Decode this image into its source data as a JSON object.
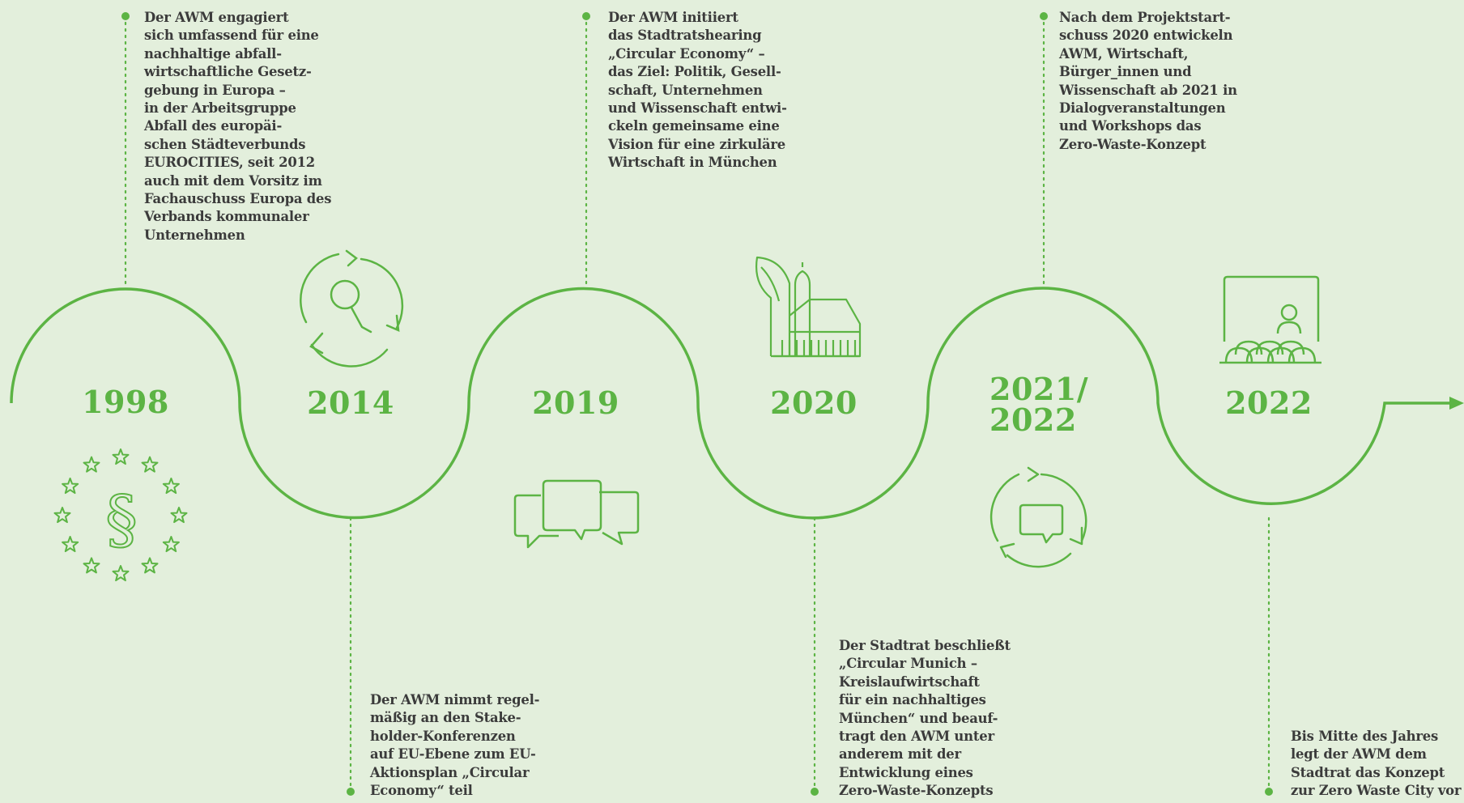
{
  "colors": {
    "background": "#e3efdc",
    "accent": "#5cb444",
    "text": "#3b3b3b"
  },
  "milestones": [
    {
      "year": "1998",
      "icon": "eu-paragraph-icon",
      "text": "Der AWM engagiert\nsich umfassend für eine\nnachhaltige abfall-\nwirtschaftliche Gesetz-\ngebung in Europa –\nin der Arbeitsgruppe\nAbfall des europäi-\nschen Städteverbunds\nEUROCITIES, seit 2012\nauch mit dem Vorsitz im\nFachauschuss Europa des\nVerbands kommunaler\nUnternehmen"
    },
    {
      "year": "2014",
      "icon": "search-cycle-icon",
      "text": "Der AWM nimmt regel-\nmäßig an den Stake-\nholder-Konferenzen\nauf EU-Ebene zum EU-\nAktionsplan „Circular\nEconomy“ teil"
    },
    {
      "year": "2019",
      "icon": "speech-bubbles-icon",
      "text": "Der AWM initiiert\ndas Stadtratshearing\n„Circular Economy“ –\ndas Ziel: Politik, Gesell-\nschaft, Unternehmen\nund Wissenschaft entwi-\nckeln gemeinsame eine\nVision für eine zirkuläre\nWirtschaft in München"
    },
    {
      "year": "2020",
      "icon": "munich-church-icon",
      "text": "Der Stadtrat beschließt\n„Circular Munich –\nKreislaufwirtschaft\nfür ein nachhaltiges\nMünchen“ und beauf-\ntragt den AWM unter\nanderem mit der\nEntwicklung eines\nZero-Waste-Konzepts"
    },
    {
      "year": "2021/\n2022",
      "icon": "chat-cycle-icon",
      "text": "Nach dem Projektstart-\nschuss 2020 entwickeln\nAWM, Wirtschaft,\nBürger_innen und\nWissenschaft ab 2021 in\nDialogveranstaltungen\nund Workshops das\nZero-Waste-Konzept"
    },
    {
      "year": "2022",
      "icon": "presentation-audience-icon",
      "text": "Bis Mitte des Jahres\nlegt der AWM dem\nStadtrat das Konzept\nzur Zero Waste City vor"
    }
  ]
}
